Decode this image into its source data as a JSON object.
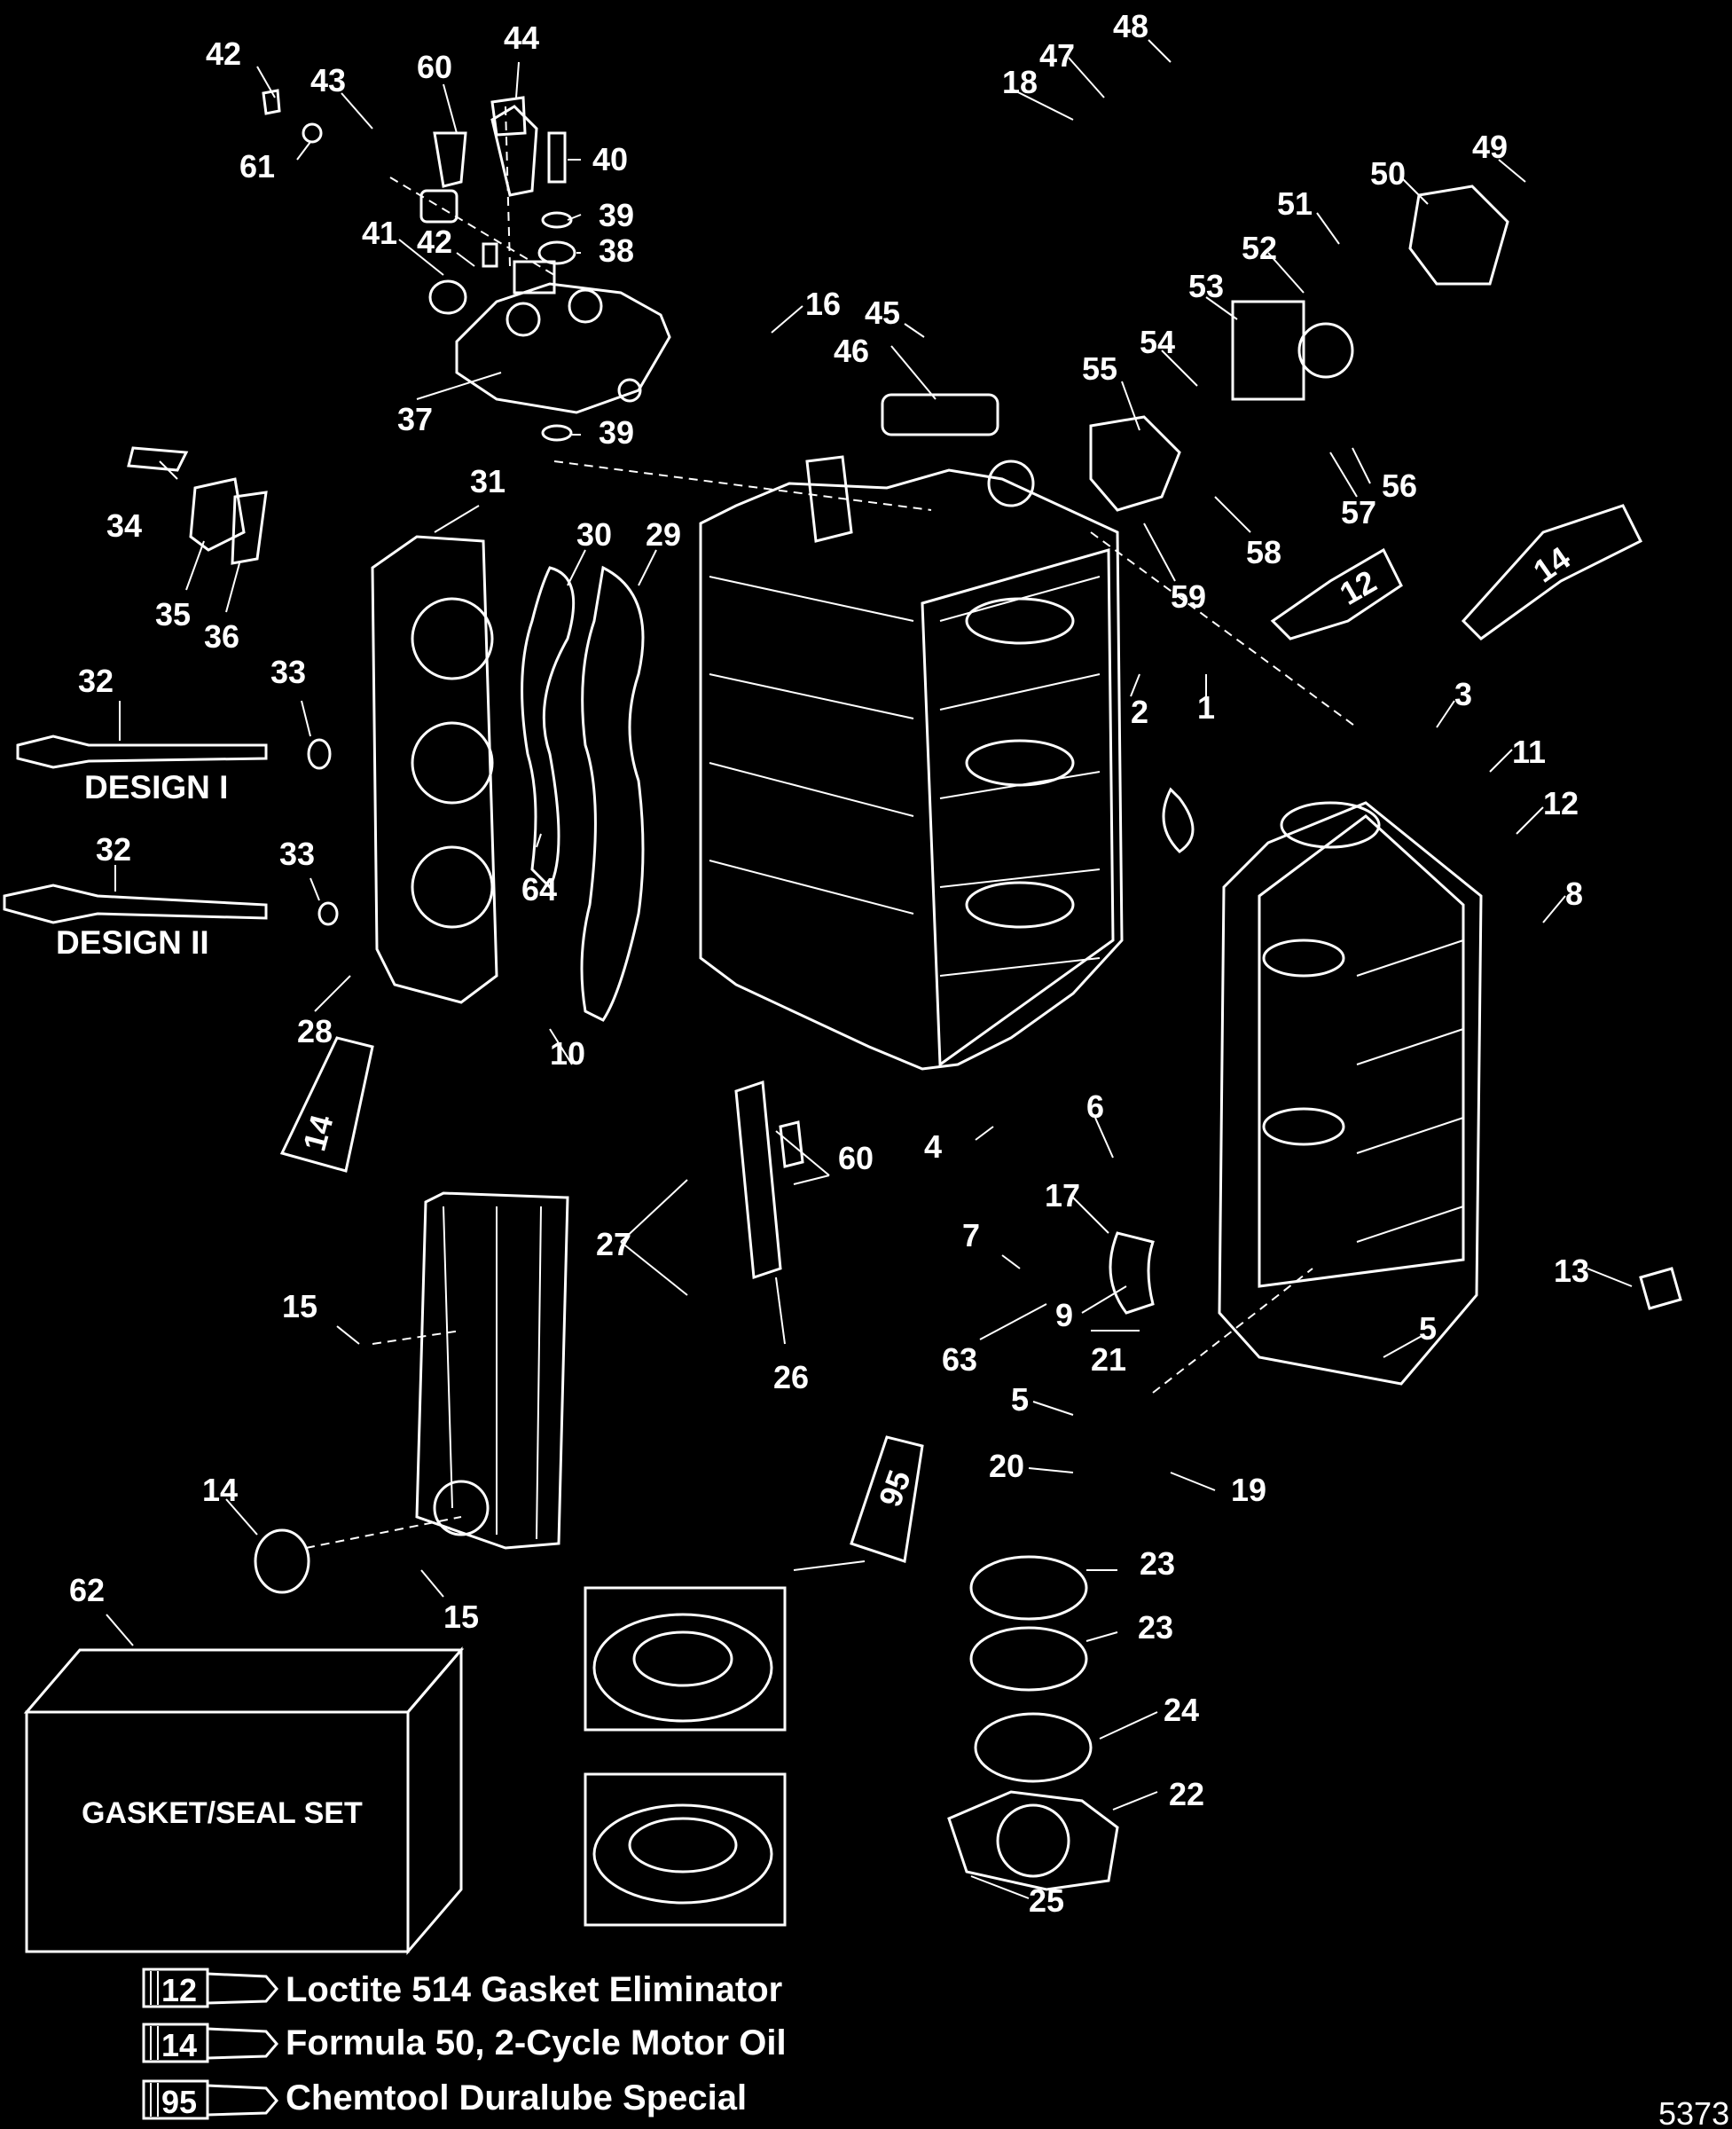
{
  "callouts": [
    "1",
    "2",
    "3",
    "4",
    "5",
    "5",
    "5",
    "6",
    "7",
    "8",
    "9",
    "10",
    "11",
    "12",
    "13",
    "14",
    "15",
    "15",
    "16",
    "17",
    "18",
    "19",
    "20",
    "21",
    "22",
    "23",
    "23",
    "24",
    "25",
    "26",
    "27",
    "28",
    "29",
    "30",
    "31",
    "32",
    "32",
    "33",
    "33",
    "34",
    "35",
    "36",
    "37",
    "38",
    "39",
    "39",
    "40",
    "41",
    "42",
    "42",
    "43",
    "44",
    "45",
    "46",
    "47",
    "48",
    "49",
    "50",
    "51",
    "52",
    "53",
    "54",
    "55",
    "56",
    "57",
    "58",
    "59",
    "60",
    "60",
    "61",
    "62",
    "63",
    "64",
    "12",
    "14",
    "14",
    "95"
  ],
  "labels": {
    "design_1": "DESIGN I",
    "design_2": "DESIGN II",
    "gasket_set": "GASKET/SEAL SET"
  },
  "legend": [
    {
      "code": "12",
      "text": "Loctite 514 Gasket Eliminator"
    },
    {
      "code": "14",
      "text": "Formula 50, 2-Cycle Motor Oil"
    },
    {
      "code": "95",
      "text": "Chemtool Duralube Special"
    }
  ],
  "figure_id": "5373"
}
